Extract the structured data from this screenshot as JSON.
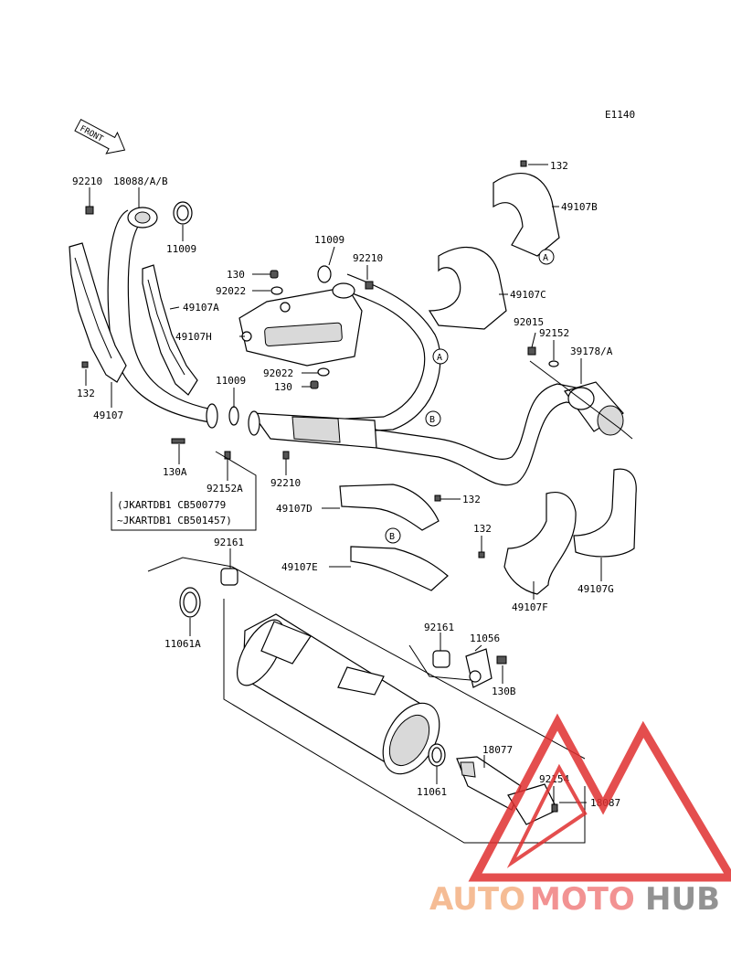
{
  "diagram_code": "E1140",
  "front_label": "FRONT",
  "callouts": {
    "A": "A",
    "B": "B"
  },
  "serial_note": {
    "line1": "(JKARTDB1 CB500779",
    "line2": "~JKARTDB1 CB501457)"
  },
  "watermark": {
    "part1": "AUTO",
    "part2": "MOTO",
    "part3": "HUB",
    "color1": "#f4b183",
    "color2": "#f08080",
    "color3": "#7f7f7f",
    "triangle_color": "#e03030"
  },
  "parts": [
    {
      "id": "p92210a",
      "label": "92210"
    },
    {
      "id": "p18088",
      "label": "18088/A/B"
    },
    {
      "id": "p11009a",
      "label": "11009"
    },
    {
      "id": "p130a",
      "label": "130"
    },
    {
      "id": "p92022a",
      "label": "92022"
    },
    {
      "id": "p49107A",
      "label": "49107A"
    },
    {
      "id": "p49107H",
      "label": "49107H"
    },
    {
      "id": "p132a",
      "label": "132"
    },
    {
      "id": "p49107",
      "label": "49107"
    },
    {
      "id": "p11009b",
      "label": "11009"
    },
    {
      "id": "p92210b",
      "label": "92210"
    },
    {
      "id": "p11009c",
      "label": "11009"
    },
    {
      "id": "p92022b",
      "label": "92022"
    },
    {
      "id": "p130b",
      "label": "130"
    },
    {
      "id": "p130A",
      "label": "130A"
    },
    {
      "id": "p92152A",
      "label": "92152A"
    },
    {
      "id": "p92210c",
      "label": "92210"
    },
    {
      "id": "p132top",
      "label": "132"
    },
    {
      "id": "p49107B",
      "label": "49107B"
    },
    {
      "id": "p49107C",
      "label": "49107C"
    },
    {
      "id": "p92015",
      "label": "92015"
    },
    {
      "id": "p92152",
      "label": "92152"
    },
    {
      "id": "p39178",
      "label": "39178/A"
    },
    {
      "id": "p49107D",
      "label": "49107D"
    },
    {
      "id": "p132b",
      "label": "132"
    },
    {
      "id": "p132c",
      "label": "132"
    },
    {
      "id": "p49107E",
      "label": "49107E"
    },
    {
      "id": "p49107F",
      "label": "49107F"
    },
    {
      "id": "p49107G",
      "label": "49107G"
    },
    {
      "id": "p92161a",
      "label": "92161"
    },
    {
      "id": "p11061A",
      "label": "11061A"
    },
    {
      "id": "p92161b",
      "label": "92161"
    },
    {
      "id": "p11056",
      "label": "11056"
    },
    {
      "id": "p130B",
      "label": "130B"
    },
    {
      "id": "p18077",
      "label": "18077"
    },
    {
      "id": "p92154",
      "label": "92154"
    },
    {
      "id": "p18087",
      "label": "18087"
    },
    {
      "id": "p11061",
      "label": "11061"
    }
  ]
}
